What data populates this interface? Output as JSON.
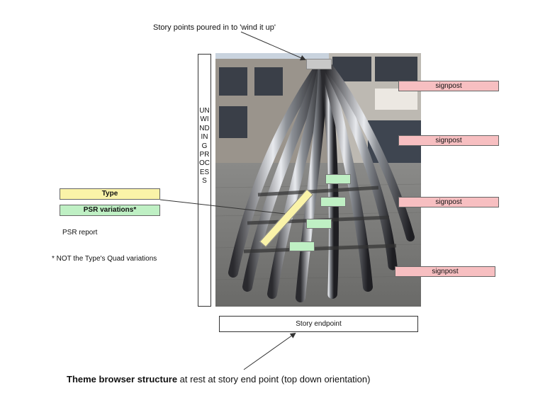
{
  "top_caption": "Story points poured in to 'wind it up'",
  "vertical_label": "UNWINDING PROCESS",
  "signposts": [
    "signpost",
    "signpost",
    "signpost",
    "signpost"
  ],
  "type_label": "Type",
  "psr_variations_label": "PSR variations*",
  "psr_report_label": "PSR report",
  "note": "* NOT the Type's Quad variations",
  "endpoint_label": "Story endpoint",
  "bottom_caption": {
    "bold": "Theme browser structure",
    "rest": " at rest at story end point (top down orientation)"
  },
  "colors": {
    "signpost": "#f7bfc1",
    "type": "#faf3a8",
    "psr": "#bff0c4",
    "gray": "#c8c8c8"
  }
}
